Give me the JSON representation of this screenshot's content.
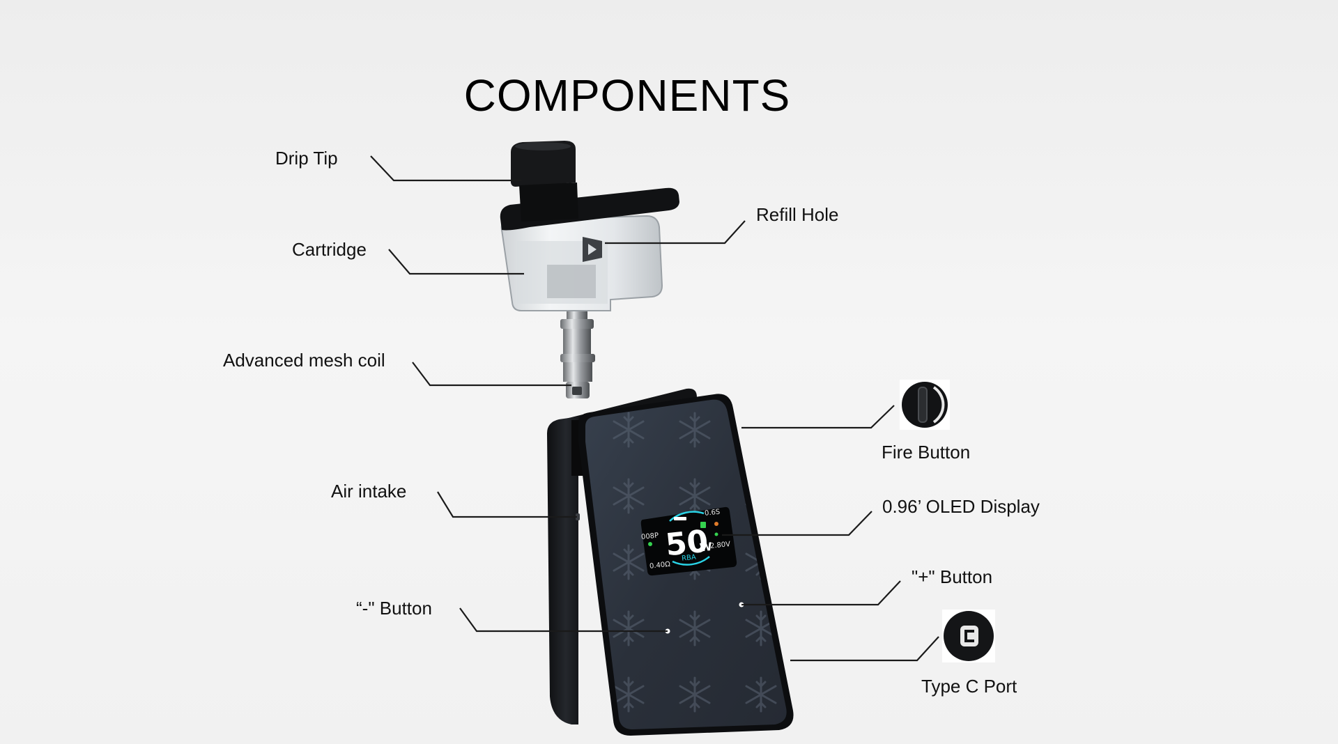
{
  "title": "COMPONENTS",
  "labels": {
    "drip_tip": "Drip Tip",
    "cartridge": "Cartridge",
    "refill_hole": "Refill Hole",
    "mesh_coil": "Advanced mesh coil",
    "fire_button": "Fire Button",
    "air_intake": "Air intake",
    "oled_display": "0.96’ OLED Display",
    "plus_button": "\"+\" Button",
    "minus_button": "“-\" Button",
    "type_c_port": "Type C Port"
  },
  "screen": {
    "wattage": "50",
    "unit": "W",
    "mode": "RBA",
    "top_left": "008P",
    "bottom_left": "0.40Ω",
    "top_right": "0.6S",
    "bottom_right": "2.80V"
  },
  "colors": {
    "device_body": "#1c1e22",
    "panel": "#2b313b",
    "accent_cyan": "#29d3e6",
    "accent_green": "#35d24f"
  }
}
